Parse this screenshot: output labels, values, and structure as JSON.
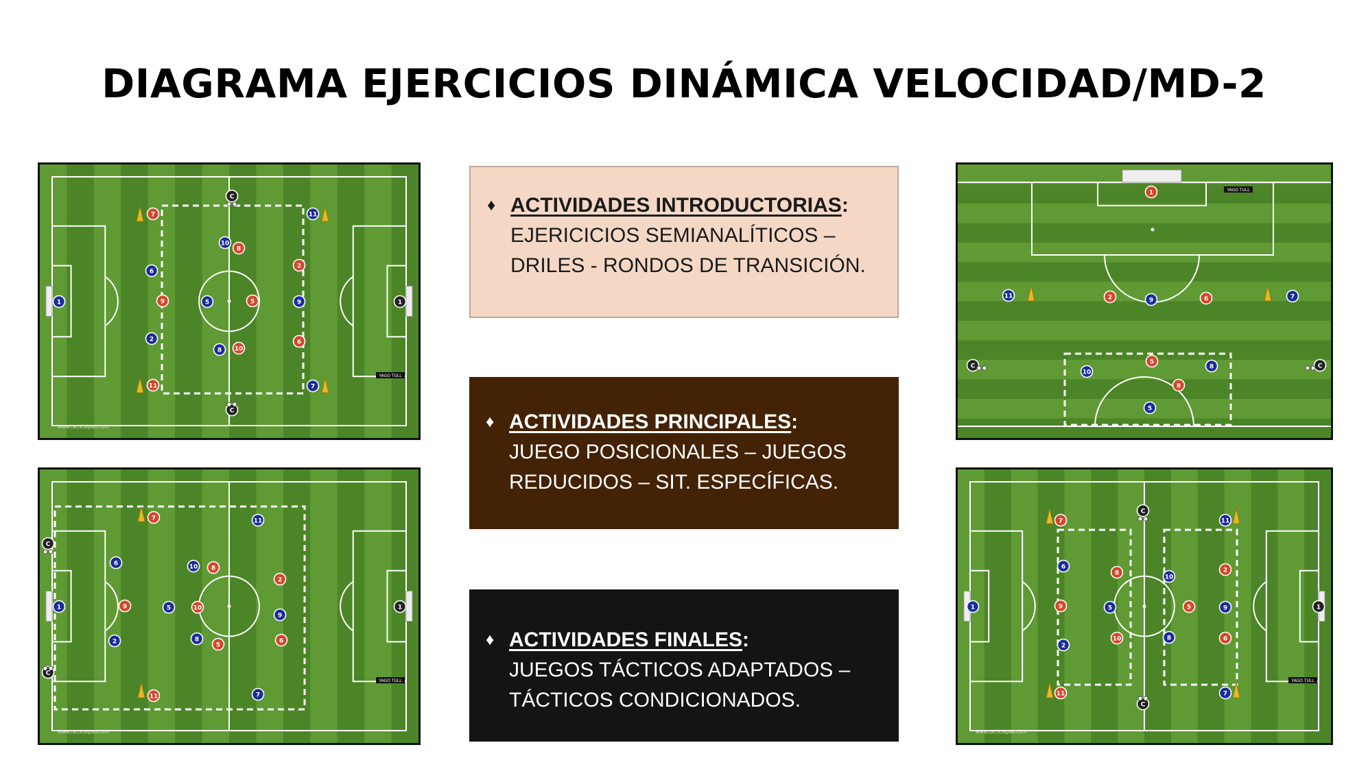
{
  "title": "DIAGRAMA EJERCICIOS DINÁMICA VELOCIDAD/MD-2",
  "boxes": [
    {
      "head": "ACTIVIDADES INTRODUCTORIAS",
      "colon": ":",
      "lines": [
        "EJERICICIOS SEMIANALÍTICOS –",
        "DRILES - RONDOS DE TRANSICIÓN."
      ]
    },
    {
      "head": "ACTIVIDADES PRINCIPALES",
      "colon": ":",
      "lines": [
        "JUEGO POSICIONALES – JUEGOS",
        "REDUCIDOS – SIT. ESPECÍFICAS."
      ]
    },
    {
      "head": "ACTIVIDADES FINALES",
      "colon": ":",
      "lines": [
        "JUEGOS TÁCTICOS ADAPTADOS –",
        "TÁCTICOS CONDICIONADOS."
      ]
    }
  ],
  "bullet_symbol": "♦",
  "pitch_labels": {
    "watermark": "www.tacticalpad.com",
    "coach": "YAGO TULL"
  },
  "colors": {
    "grass_light": "#5f9a34",
    "grass_dark": "#4c8527",
    "red_team": "#d5472a",
    "blue_team": "#1a2d9a",
    "neutral": "#222222",
    "cone": "#e8b923"
  },
  "diagrams": [
    {
      "name": "full-pitch-rondo",
      "red": [
        7,
        8,
        2,
        9,
        5,
        6,
        10,
        11
      ],
      "blue": [
        11,
        10,
        6,
        5,
        9,
        2,
        8,
        7
      ],
      "goalkeepers": [
        "1",
        "1"
      ],
      "neutrals": [
        "C",
        "C"
      ]
    },
    {
      "name": "penalty-area-transition",
      "red": [
        1,
        2,
        6,
        5,
        8
      ],
      "blue": [
        11,
        9,
        7,
        10,
        8,
        5
      ],
      "neutrals": [
        "C",
        "C"
      ]
    },
    {
      "name": "large-zone-possession",
      "red": [
        7,
        8,
        2,
        9,
        10,
        6,
        5,
        11
      ],
      "blue": [
        11,
        6,
        10,
        5,
        9,
        2,
        8,
        7
      ],
      "goalkeepers": [
        "1",
        "1"
      ],
      "neutrals": [
        "C",
        "C"
      ]
    },
    {
      "name": "two-zone-game",
      "red": [
        7,
        8,
        2,
        9,
        5,
        6,
        10,
        11
      ],
      "blue": [
        11,
        6,
        10,
        5,
        9,
        2,
        8,
        7
      ],
      "goalkeepers": [
        "1",
        "1"
      ],
      "neutrals": [
        "C",
        "C"
      ]
    }
  ]
}
